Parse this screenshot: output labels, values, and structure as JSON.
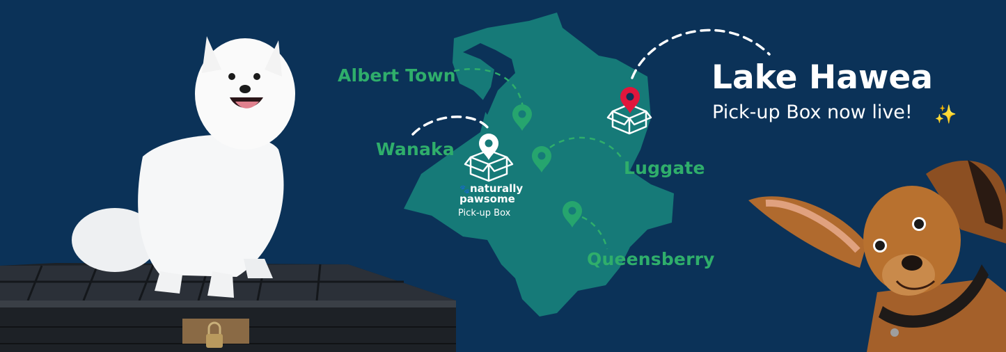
{
  "headline": {
    "title": "Lake Hawea",
    "subtitle": "Pick-up Box now live!",
    "sparkle_icon": "sparkle-icon"
  },
  "places": {
    "albert_town": "Albert Town",
    "wanaka": "Wanaka",
    "luggate": "Luggate",
    "queensberry": "Queensberry"
  },
  "brand": {
    "name_line1": "naturally",
    "name_line2": "pawsome",
    "label": "Pick-up Box"
  },
  "icons": [
    "map-pin-icon",
    "box-icon",
    "paw-icon"
  ],
  "colors": {
    "background": "#0b3258",
    "map": "#167a78",
    "place_label": "#2fae6b",
    "pin_green": "#26a56e",
    "pin_red": "#e0163c",
    "text": "#ffffff"
  }
}
